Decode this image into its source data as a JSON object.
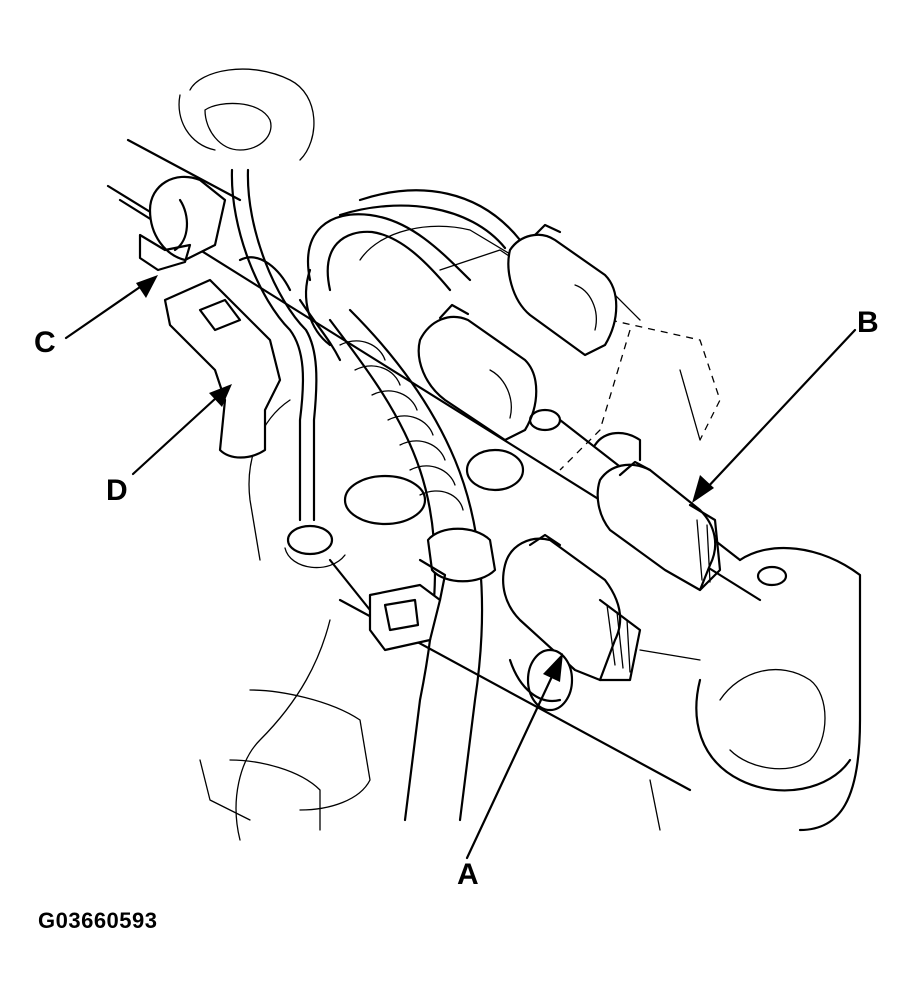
{
  "figure_id": "G03660593",
  "callouts": {
    "a": "A",
    "b": "B",
    "c": "C",
    "d": "D"
  },
  "colors": {
    "ink": "#000000",
    "paper": "#ffffff"
  }
}
